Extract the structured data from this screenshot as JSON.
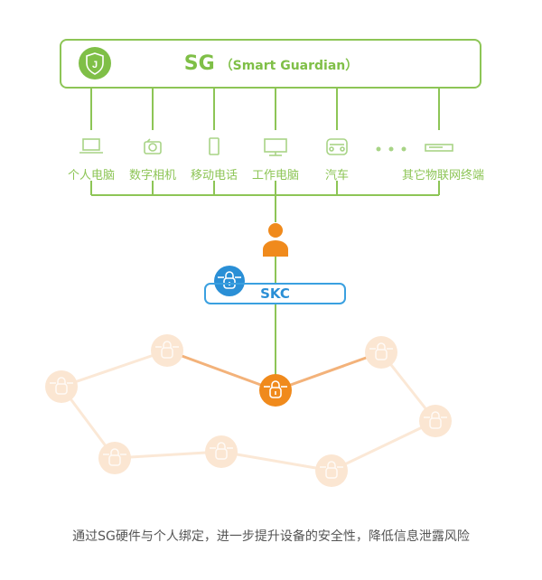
{
  "sg": {
    "title": "SG",
    "subtitle": "（Smart Guardian）",
    "logo_icon": "shield-j-icon"
  },
  "devices": [
    {
      "label": "个人电脑",
      "icon": "laptop-icon"
    },
    {
      "label": "数字相机",
      "icon": "camera-icon"
    },
    {
      "label": "移动电话",
      "icon": "phone-icon"
    },
    {
      "label": "工作电脑",
      "icon": "monitor-icon"
    },
    {
      "label": "汽车",
      "icon": "car-icon"
    },
    {
      "label": "其它物联网终端",
      "icon": "router-icon"
    }
  ],
  "ellipsis": "• • •",
  "user_icon": "person-icon",
  "skc": {
    "label": "SKC",
    "icon": "lock-chain-icon"
  },
  "network": {
    "active_node_icon": "lock-chain-icon",
    "node_count": 8
  },
  "caption": "通过SG硬件与个人绑定，进一步提升设备的安全性，降低信息泄露风险",
  "colors": {
    "green": "#8dc556",
    "blue": "#2a8fd6",
    "orange": "#f08a1c",
    "faded_orange": "#fbe6d2"
  }
}
